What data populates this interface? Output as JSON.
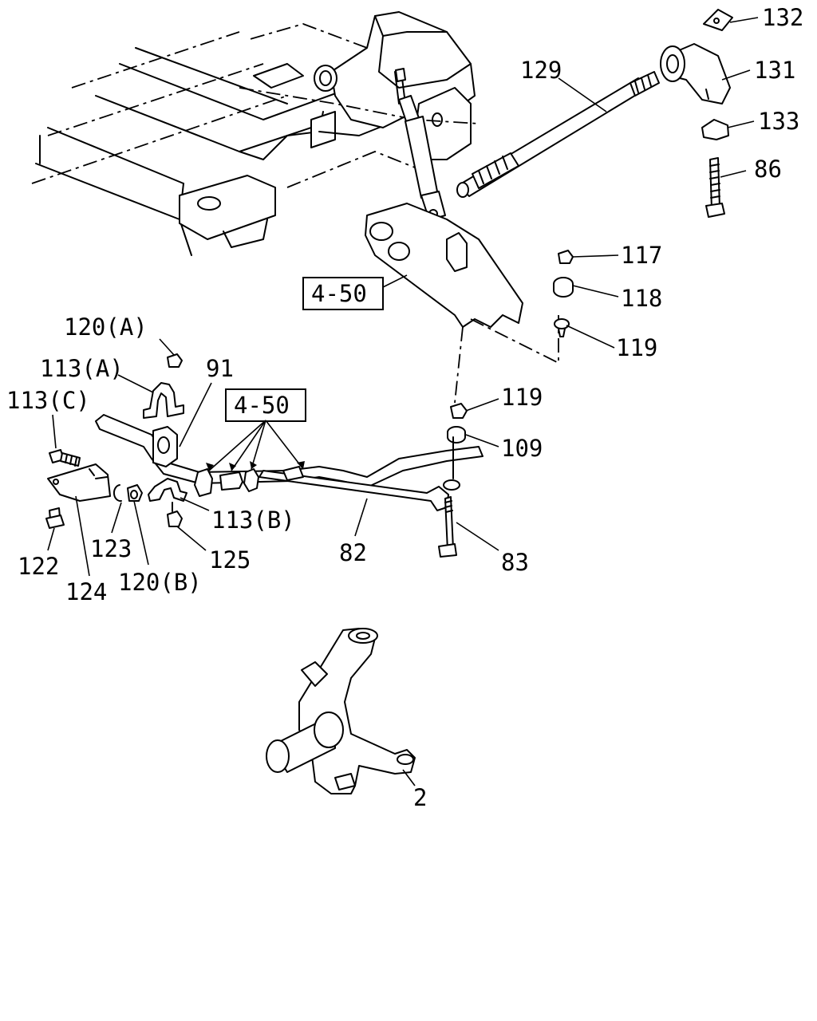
{
  "diagram": {
    "labels": {
      "l132": "132",
      "l131": "131",
      "l129": "129",
      "l133": "133",
      "l86": "86",
      "l117": "117",
      "l118": "118",
      "l119a": "119",
      "l119b": "119",
      "l109": "109",
      "l83": "83",
      "l82": "82",
      "l91": "91",
      "l120a": "120(A)",
      "l113a": "113(A)",
      "l113c": "113(C)",
      "l113b": "113(B)",
      "l122": "122",
      "l123": "123",
      "l124": "124",
      "l120b": "120(B)",
      "l125": "125",
      "l2": "2",
      "ref1": "4-50",
      "ref2": "4-50"
    }
  }
}
